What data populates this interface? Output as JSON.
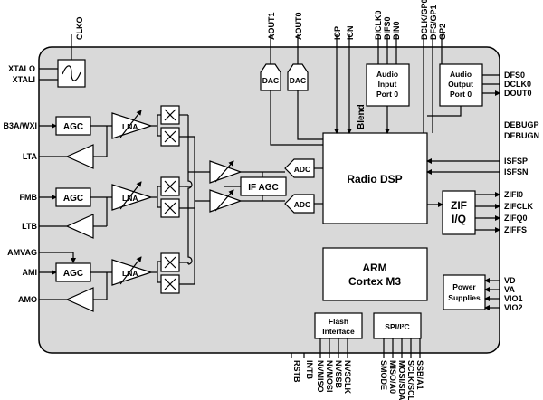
{
  "blocks": {
    "agc": "AGC",
    "lna": "LNA",
    "dac": "DAC",
    "adc": "ADC",
    "if_agc": "IF AGC",
    "audio_in": [
      "Audio",
      "Input",
      "Port 0"
    ],
    "audio_out": [
      "Audio",
      "Output",
      "Port 0"
    ],
    "radio_dsp": "Radio DSP",
    "zif": [
      "ZIF",
      "I/Q"
    ],
    "arm": [
      "ARM",
      "Cortex M3"
    ],
    "power": [
      "Power",
      "Supplies"
    ],
    "flash": [
      "Flash",
      "Interface"
    ],
    "spi": "SPI/I²C",
    "blend": "Blend"
  },
  "pins": {
    "clko": "CLKO",
    "xtalo": "XTALO",
    "xtali": "XTALI",
    "b3a": "B3A/WXI",
    "lta": "LTA",
    "fmb": "FMB",
    "ltb": "LTB",
    "amvag": "AMVAG",
    "ami": "AMI",
    "amo": "AMO",
    "aout1": "AOUT1",
    "aout0": "AOUT0",
    "icp": "ICP",
    "icn": "ICN",
    "diclk0": "DICLK0",
    "difs0": "DIFS0",
    "din0": "DIN0",
    "dclk_gp0": "DCLK/GP0",
    "dfs_gp1": "DFS/GP1",
    "gp2": "GP2",
    "dfs0": "DFS0",
    "dclk0": "DCLK0",
    "dout0": "DOUT0",
    "debugp": "DEBUGP",
    "debugn": "DEBUGN",
    "isfsp": "ISFSP",
    "isfsn": "ISFSN",
    "zifi0": "ZIFI0",
    "zifclk": "ZIFCLK",
    "zifq0": "ZIFQ0",
    "ziffs": "ZIFFS",
    "vd": "VD",
    "va": "VA",
    "vio1": "VIO1",
    "vio2": "VIO2",
    "rstb": "RSTB",
    "intb": "INTB",
    "nvmiso": "NVMISO",
    "nvmosi": "NVMOSI",
    "nvssb": "NVSSB",
    "nvsclk": "NVSCLK",
    "smode": "SMODE",
    "miso_a0": "MISO/A0",
    "mosi_sda": "MOSI/SDA",
    "sclk_scl": "SCLK/SCL",
    "ssb_a1": "SSB/A1"
  }
}
